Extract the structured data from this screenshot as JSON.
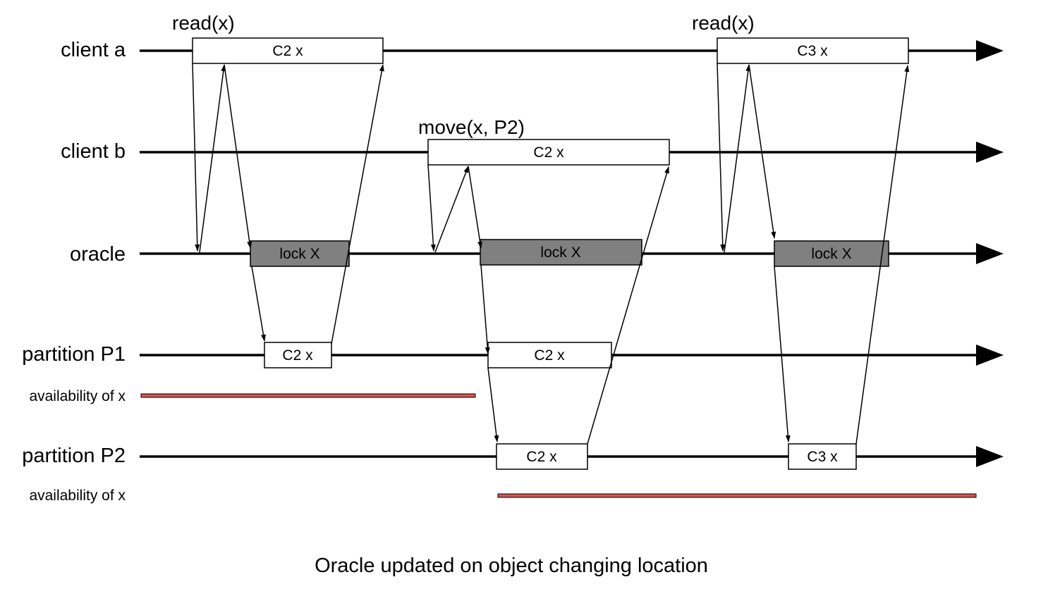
{
  "lanes": {
    "client_a": "client a",
    "client_b": "client b",
    "oracle": "oracle",
    "partition_p1": "partition P1",
    "availability_p1": "availability of x",
    "partition_p2": "partition P2",
    "availability_p2": "availability of x"
  },
  "operations": {
    "read_1": "read(x)",
    "move": "move(x, P2)",
    "read_2": "read(x)"
  },
  "boxes": {
    "client_a_1": "C2 x",
    "client_a_2": "C3 x",
    "client_b_1": "C2 x",
    "oracle_lock_1": "lock X",
    "oracle_lock_2": "lock X",
    "oracle_lock_3": "lock X",
    "p1_1": "C2 x",
    "p1_2": "C2 x",
    "p2_1": "C2 x",
    "p2_2": "C3 x"
  },
  "caption": "Oracle updated on object changing location",
  "colors": {
    "line": "#000000",
    "lock_fill": "#808080",
    "box_fill": "#ffffff",
    "availability_bar": "#d9534f"
  }
}
